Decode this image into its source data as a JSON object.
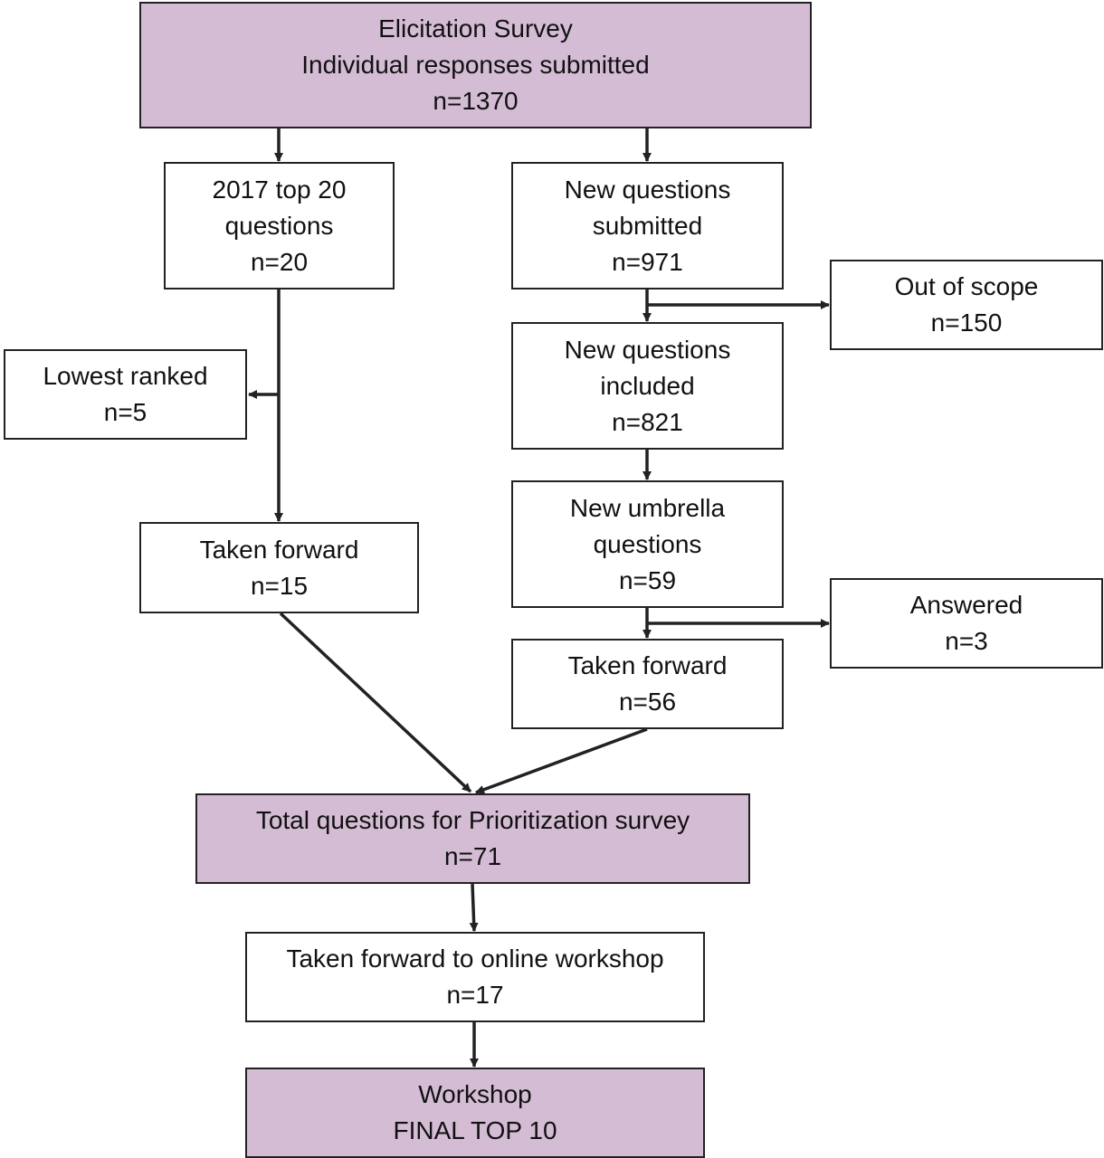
{
  "colors": {
    "highlight_fill": "#d5bcd5",
    "box_fill": "#ffffff",
    "stroke": "#222222"
  },
  "boxes": {
    "elicitation": {
      "lines": [
        "Elicitation Survey",
        "Individual responses submitted",
        "n=1370"
      ]
    },
    "top20": {
      "lines": [
        "2017 top 20",
        "questions",
        "n=20"
      ]
    },
    "new_submitted": {
      "lines": [
        "New questions",
        "submitted",
        "n=971"
      ]
    },
    "out_of_scope": {
      "lines": [
        "Out of scope",
        "n=150"
      ]
    },
    "lowest_ranked": {
      "lines": [
        "Lowest ranked",
        "n=5"
      ]
    },
    "new_included": {
      "lines": [
        "New questions",
        "included",
        "n=821"
      ]
    },
    "umbrella": {
      "lines": [
        "New umbrella",
        "questions",
        "n=59"
      ]
    },
    "taken_forward_left": {
      "lines": [
        "Taken forward",
        "n=15"
      ]
    },
    "answered": {
      "lines": [
        "Answered",
        "n=3"
      ]
    },
    "taken_forward_right": {
      "lines": [
        "Taken forward",
        "n=56"
      ]
    },
    "total_prioritization": {
      "lines": [
        "Total questions for Prioritization survey",
        "n=71"
      ]
    },
    "online_workshop": {
      "lines": [
        "Taken forward to online workshop",
        "n=17"
      ]
    },
    "final_top10": {
      "lines": [
        "Workshop",
        "FINAL TOP 10"
      ]
    }
  }
}
